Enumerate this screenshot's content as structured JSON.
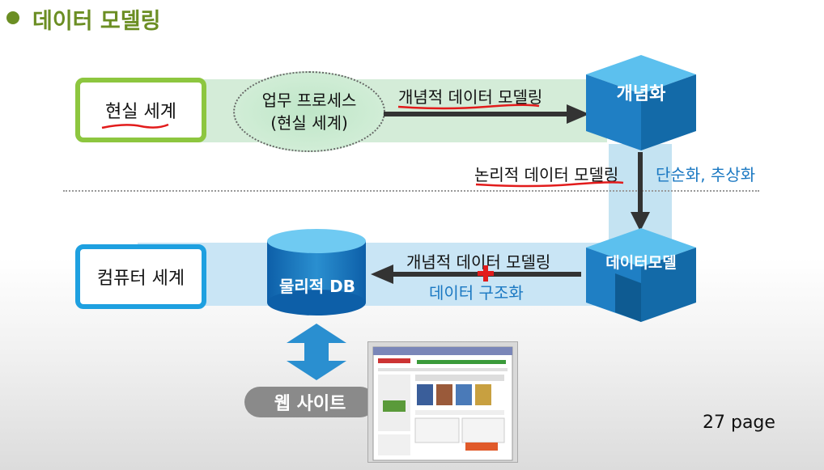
{
  "title": "데이터 모델링",
  "boxes": {
    "real_world": "현실 세계",
    "computer_world": "컴퓨터 세계",
    "business_process_line1": "업무 프로세스",
    "business_process_line2": "(현실 세계)",
    "conceptualize": "개념화",
    "data_model": "데이터모델",
    "physical_db": "물리적 DB",
    "website": "웹 사이트"
  },
  "labels": {
    "conceptual_modeling_top": "개념적 데이터 모델링",
    "logical_modeling": "논리적 데이터 모델링",
    "simplify_abstract": "단순화, 추상화",
    "conceptual_modeling_bottom": "개념적 데이터 모델링",
    "data_structuring": "데이터 구조화"
  },
  "page": "27 page",
  "colors": {
    "title_green": "#6b8e23",
    "real_border": "#8dc63f",
    "computer_border": "#1ea0e0",
    "cube_blue": "#2a8fd0",
    "label_blue": "#1a78c2",
    "annotation_red": "#e21b1b"
  }
}
